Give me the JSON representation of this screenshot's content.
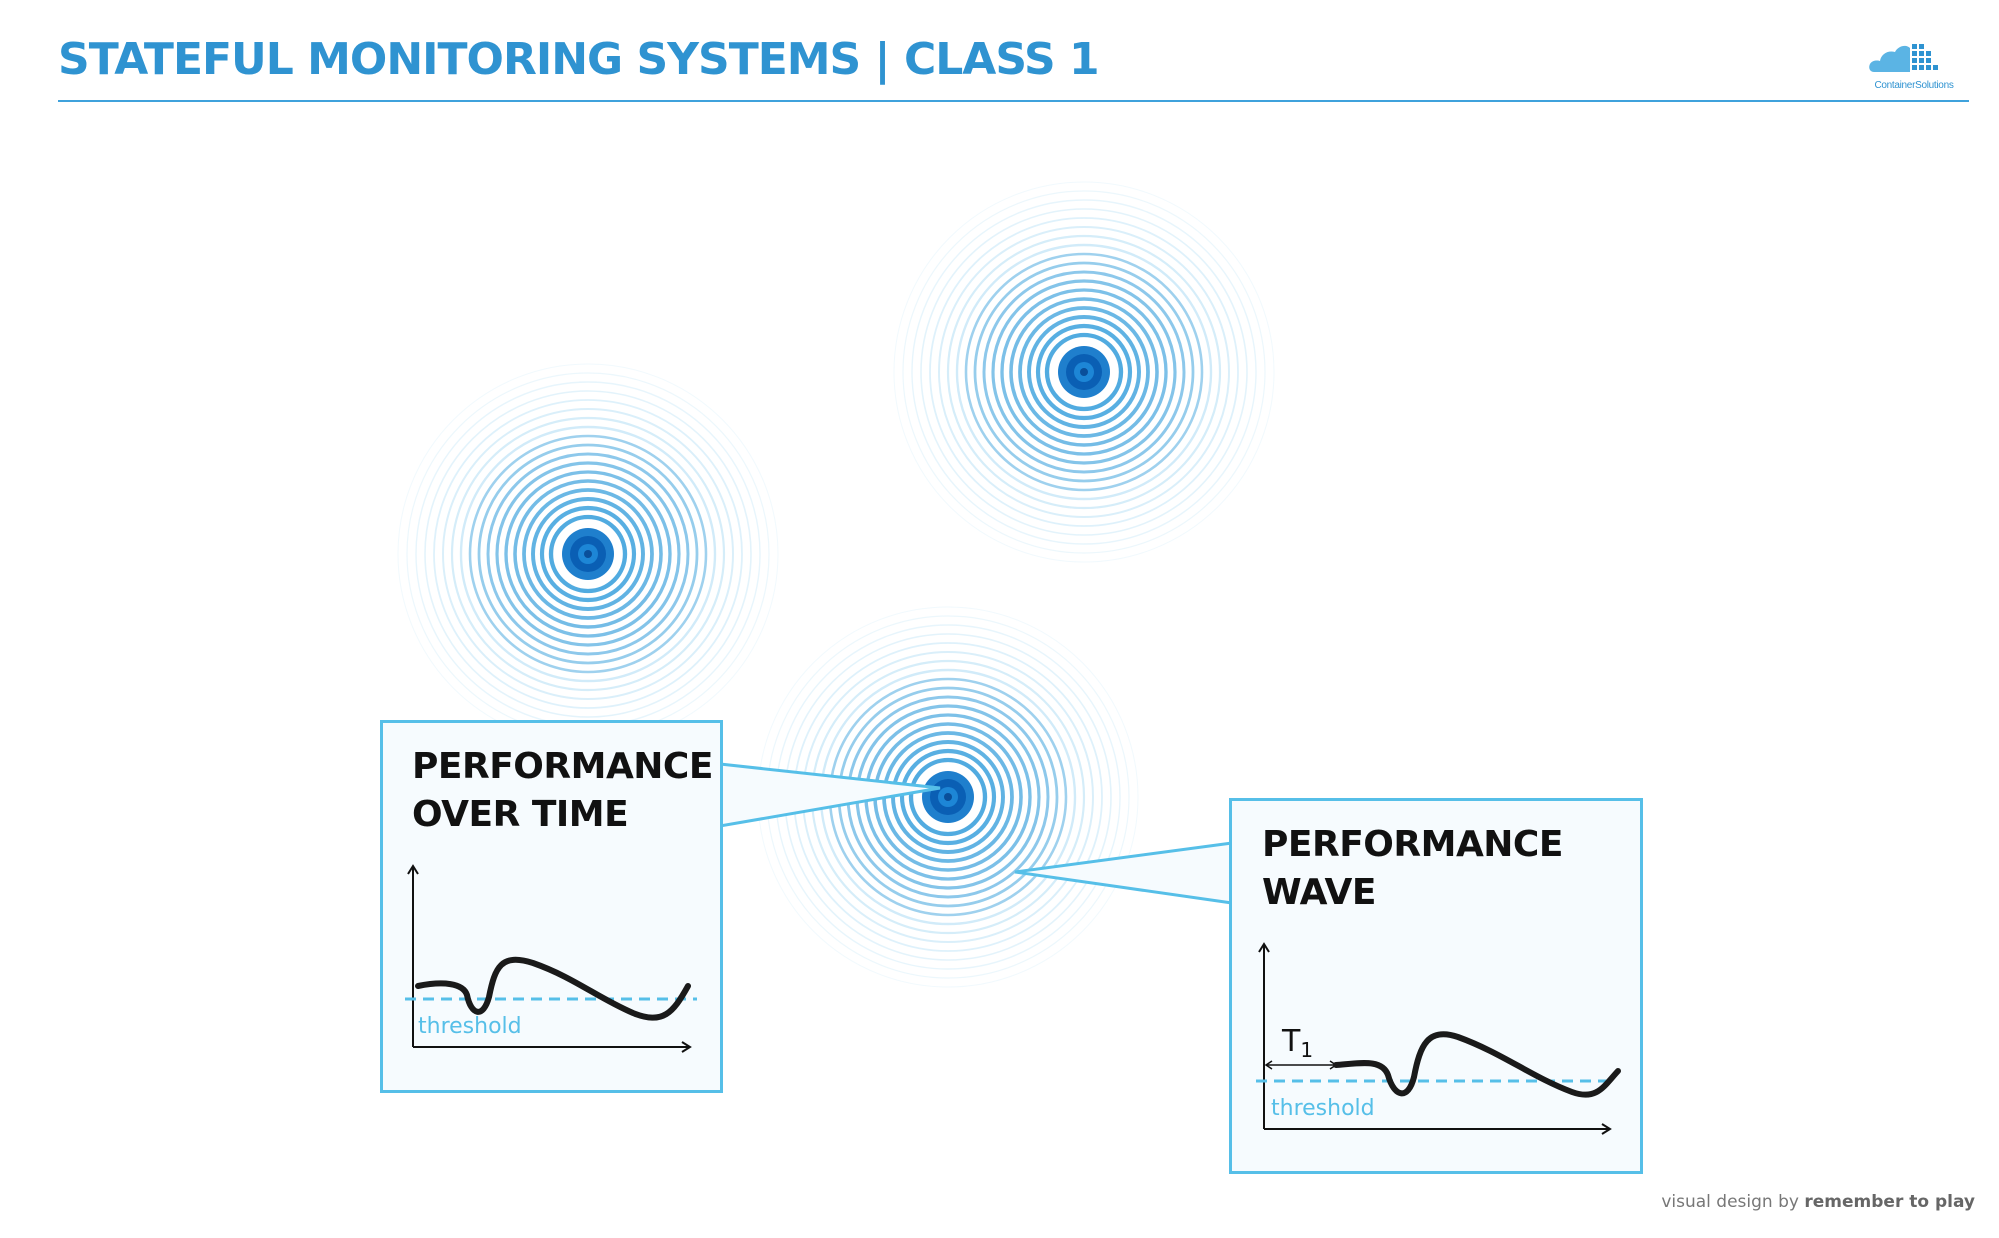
{
  "header": {
    "title": "STATEFUL MONITORING SYSTEMS | CLASS 1",
    "logo_text": "ContainerSolutions"
  },
  "colors": {
    "accent": "#2f93d1",
    "ring_light": "#8fd0f0",
    "ring_core": "#0a5fb4",
    "card_border": "#56bfe8",
    "threshold": "#56bfe8",
    "curve": "#1a1a1a"
  },
  "cards": [
    {
      "title_line1": "PERFORMANCE",
      "title_line2": "OVER TIME",
      "threshold_label": "threshold"
    },
    {
      "title_line1": "PERFORMANCE",
      "title_line2": "WAVE",
      "threshold_label": "threshold",
      "marker_label": "T",
      "marker_subscript": "1"
    }
  ],
  "footer": {
    "credit_prefix": "visual design by",
    "credit_name": "remember to play"
  },
  "icons": [
    "cloud-grid-logo-icon",
    "signal-ripple-icon"
  ]
}
